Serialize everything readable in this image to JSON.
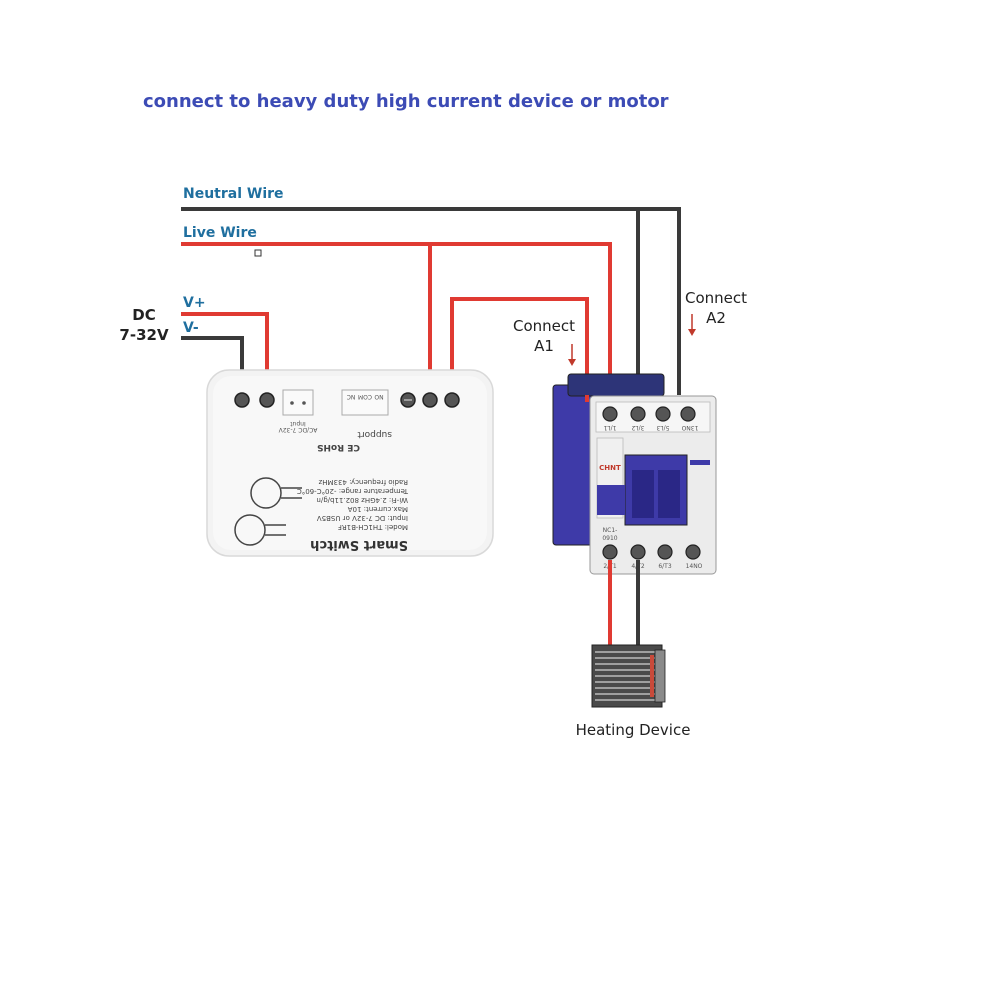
{
  "title": "connect to heavy duty high current device or motor",
  "labels": {
    "neutral_wire": "Neutral Wire",
    "live_wire": "Live Wire",
    "v_plus": "V+",
    "v_minus": "V-",
    "dc_line1": "DC",
    "dc_line2": "7-32V",
    "connect_a1_line1": "Connect",
    "connect_a1_line2": "A1",
    "connect_a2_line1": "Connect",
    "connect_a2_line2": "A2",
    "heating_device": "Heating Device"
  },
  "switch_module": {
    "brand": "Smart Switch",
    "model": "Model: TH1CH-B1RF",
    "input": "Input: DC 7-32V or USB5V",
    "max_current": "Max.current: 10A",
    "wifi": "Wi-Fi: 2.4GHz 802.11b/g/n",
    "temperature": "Temperature range: -20°C-60°C",
    "radio": "Radio frequency: 433MHz",
    "support": "support",
    "certs": "CE RoHS",
    "input_label": "Input",
    "input_range": "AC/DC 7-32V",
    "no": "NO",
    "com": "COM",
    "nc": "NC"
  },
  "contactor": {
    "brand": "CHNT",
    "model_line1": "NC1-",
    "model_line2": "0910",
    "top_terminals": [
      "1/L1",
      "3/L2",
      "5/L3",
      "13NO"
    ],
    "bottom_terminals": [
      "2/T1",
      "4/T2",
      "6/T3",
      "14NO"
    ]
  },
  "colors": {
    "title": "#3c4bb5",
    "wire_label": "#1f6f9f",
    "live_wire": "#e03a32",
    "neutral_wire": "#3a3a3a",
    "arrow": "#c0392b",
    "contactor_accent": "#3e3aa8"
  }
}
